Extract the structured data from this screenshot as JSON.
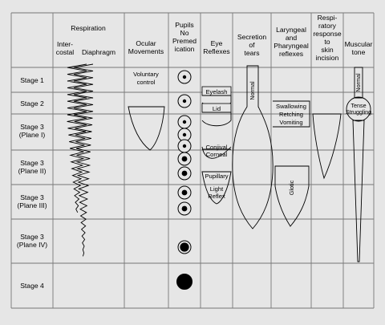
{
  "headers": {
    "respiration": "Respiration",
    "intercostal_1": "Inter-",
    "intercostal_2": "costal",
    "diaphragm": "Diaphragm",
    "ocular_1": "Ocular",
    "ocular_2": "Movements",
    "pupils_1": "Pupils",
    "pupils_2": "No",
    "pupils_3": "Premed",
    "pupils_4": "ication",
    "eye_1": "Eye",
    "eye_2": "Reflexes",
    "tears_1": "Secretion",
    "tears_2": "of",
    "tears_3": "tears",
    "laryngeal_1": "Laryngeal",
    "laryngeal_2": "and",
    "laryngeal_3": "Pharyngeal",
    "laryngeal_4": "reflexes",
    "resp_resp_1": "Respi-",
    "resp_resp_2": "ratory",
    "resp_resp_3": "response",
    "resp_resp_4": "to",
    "resp_resp_5": "skin",
    "resp_resp_6": "incision",
    "muscular_1": "Muscular",
    "muscular_2": "tone"
  },
  "stages": [
    {
      "line1": "Stage 1",
      "line2": ""
    },
    {
      "line1": "Stage 2",
      "line2": ""
    },
    {
      "line1": "Stage 3",
      "line2": "(Plane I)"
    },
    {
      "line1": "Stage 3",
      "line2": "(Plane II)"
    },
    {
      "line1": "Stage 3",
      "line2": "(Plane III)"
    },
    {
      "line1": "Stage 3",
      "line2": "(Plane IV)"
    },
    {
      "line1": "Stage 4",
      "line2": ""
    }
  ],
  "labels": {
    "voluntary_1": "Voluntary",
    "voluntary_2": "control",
    "eyelash": "Eyelash",
    "lid": "Lid",
    "conjunctival": "Conjival",
    "corneal": "Corneal",
    "pupillary": "Pupillary",
    "light_1": "Light",
    "light_2": "Reflex",
    "tears_normal": "Normal",
    "swallowing": "Swallowing",
    "retching": "Retching",
    "vomiting": "Vomiting",
    "glotic": "Glotic",
    "muscle_normal": "Normal",
    "tense_1": "Tense",
    "tense_2": "Struggling"
  },
  "pupils": [
    {
      "stage": "Stage 1",
      "size": "small"
    },
    {
      "stage": "Stage 2",
      "size": "small"
    },
    {
      "stage": "Stage 3 (Plane I)",
      "size": "small"
    },
    {
      "stage": "Stage 3 (Plane I)",
      "size": "small"
    },
    {
      "stage": "Stage 3 (Plane I)",
      "size": "small"
    },
    {
      "stage": "Stage 3 (Plane II)",
      "size": "medium"
    },
    {
      "stage": "Stage 3 (Plane II)",
      "size": "medium"
    },
    {
      "stage": "Stage 3 (Plane III)",
      "size": "medium"
    },
    {
      "stage": "Stage 3 (Plane III)",
      "size": "medium"
    },
    {
      "stage": "Stage 3 (Plane IV)",
      "size": "large"
    },
    {
      "stage": "Stage 4",
      "size": "full"
    }
  ],
  "colors": {
    "background": "#e6e6e6",
    "grid": "#777777",
    "ink": "#000000"
  }
}
